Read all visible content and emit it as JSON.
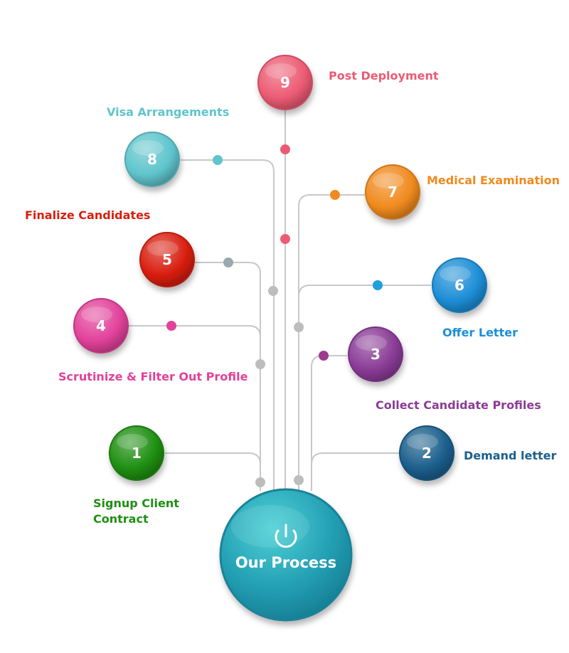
{
  "hub": {
    "title": "Our Process",
    "icon": "power-icon"
  },
  "steps": [
    {
      "number": "1",
      "label_lines": [
        "Signup Client",
        "Contract"
      ],
      "color": "#1e8f12"
    },
    {
      "number": "2",
      "label_lines": [
        "Demand letter"
      ],
      "color": "#1b5f8c"
    },
    {
      "number": "3",
      "label_lines": [
        "Collect Candidate Profiles"
      ],
      "color": "#8a3c96"
    },
    {
      "number": "4",
      "label_lines": [
        "Scrutinize & Filter Out Profile"
      ],
      "color": "#e2419a"
    },
    {
      "number": "5",
      "label_lines": [
        "Finalize Candidates"
      ],
      "color": "#d81e10"
    },
    {
      "number": "6",
      "label_lines": [
        "Offer Letter"
      ],
      "color": "#1d8ed6"
    },
    {
      "number": "7",
      "label_lines": [
        "Medical Examination"
      ],
      "color": "#f08a1e"
    },
    {
      "number": "8",
      "label_lines": [
        "Visa Arrangements"
      ],
      "color": "#5fc4cc"
    },
    {
      "number": "9",
      "label_lines": [
        "Post Deployment"
      ],
      "color": "#ec5b73"
    }
  ],
  "colors": {
    "connector": "#c8c8c8",
    "hub": "#2aa3b5"
  }
}
